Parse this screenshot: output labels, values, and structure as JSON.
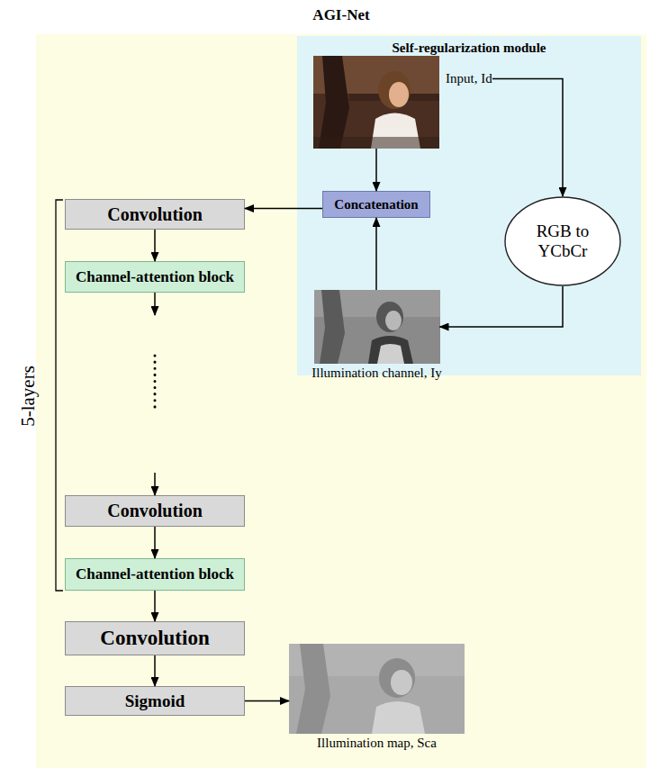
{
  "diagram": {
    "nodes": [
      {
        "text": [
          "AGI-Net"
        ]
      },
      {
        "text": [
          "Self-regularization module"
        ],
        "in": 0
      },
      {
        "text": [
          "Input, Id"
        ],
        "in": 1
      },
      {
        "text": [
          "Concatenation"
        ],
        "in": 1
      },
      {
        "text": [
          "RGB to YCbCr"
        ],
        "in": 1
      },
      {
        "text": [
          "Illumination channel, Iy"
        ],
        "in": 1
      },
      {
        "text": [
          "Convolution"
        ],
        "in": 0
      },
      {
        "text": [
          "Channel-attention block"
        ],
        "in": 0
      },
      {
        "text": [
          "Convolution"
        ],
        "in": 0
      },
      {
        "text": [
          "Channel-attention block"
        ],
        "in": 0
      },
      {
        "text": [
          "Convolution"
        ],
        "in": 0
      },
      {
        "text": [
          "Sigmoid"
        ],
        "in": 0
      },
      {
        "text": [
          "Illumination map, Sca"
        ],
        "in": 0
      }
    ],
    "edges": [
      {
        "from": 2,
        "to": 4,
        "arrow": "to"
      },
      {
        "from": 2,
        "to": 3,
        "arrow": "to"
      },
      {
        "from": 4,
        "to": 5,
        "arrow": "to"
      },
      {
        "from": 5,
        "to": 3,
        "arrow": "to"
      },
      {
        "from": 3,
        "to": 6,
        "arrow": "to"
      },
      {
        "from": 6,
        "to": 7,
        "arrow": "to"
      },
      {
        "from": 7,
        "to": 8,
        "arrow": "to"
      },
      {
        "from": 8,
        "to": 9,
        "arrow": "to"
      },
      {
        "from": 9,
        "to": 10,
        "arrow": "to"
      },
      {
        "from": 10,
        "to": 11,
        "arrow": "to"
      },
      {
        "from": 11,
        "to": 12,
        "arrow": "to"
      }
    ],
    "labels": [
      "5-layers"
    ]
  }
}
